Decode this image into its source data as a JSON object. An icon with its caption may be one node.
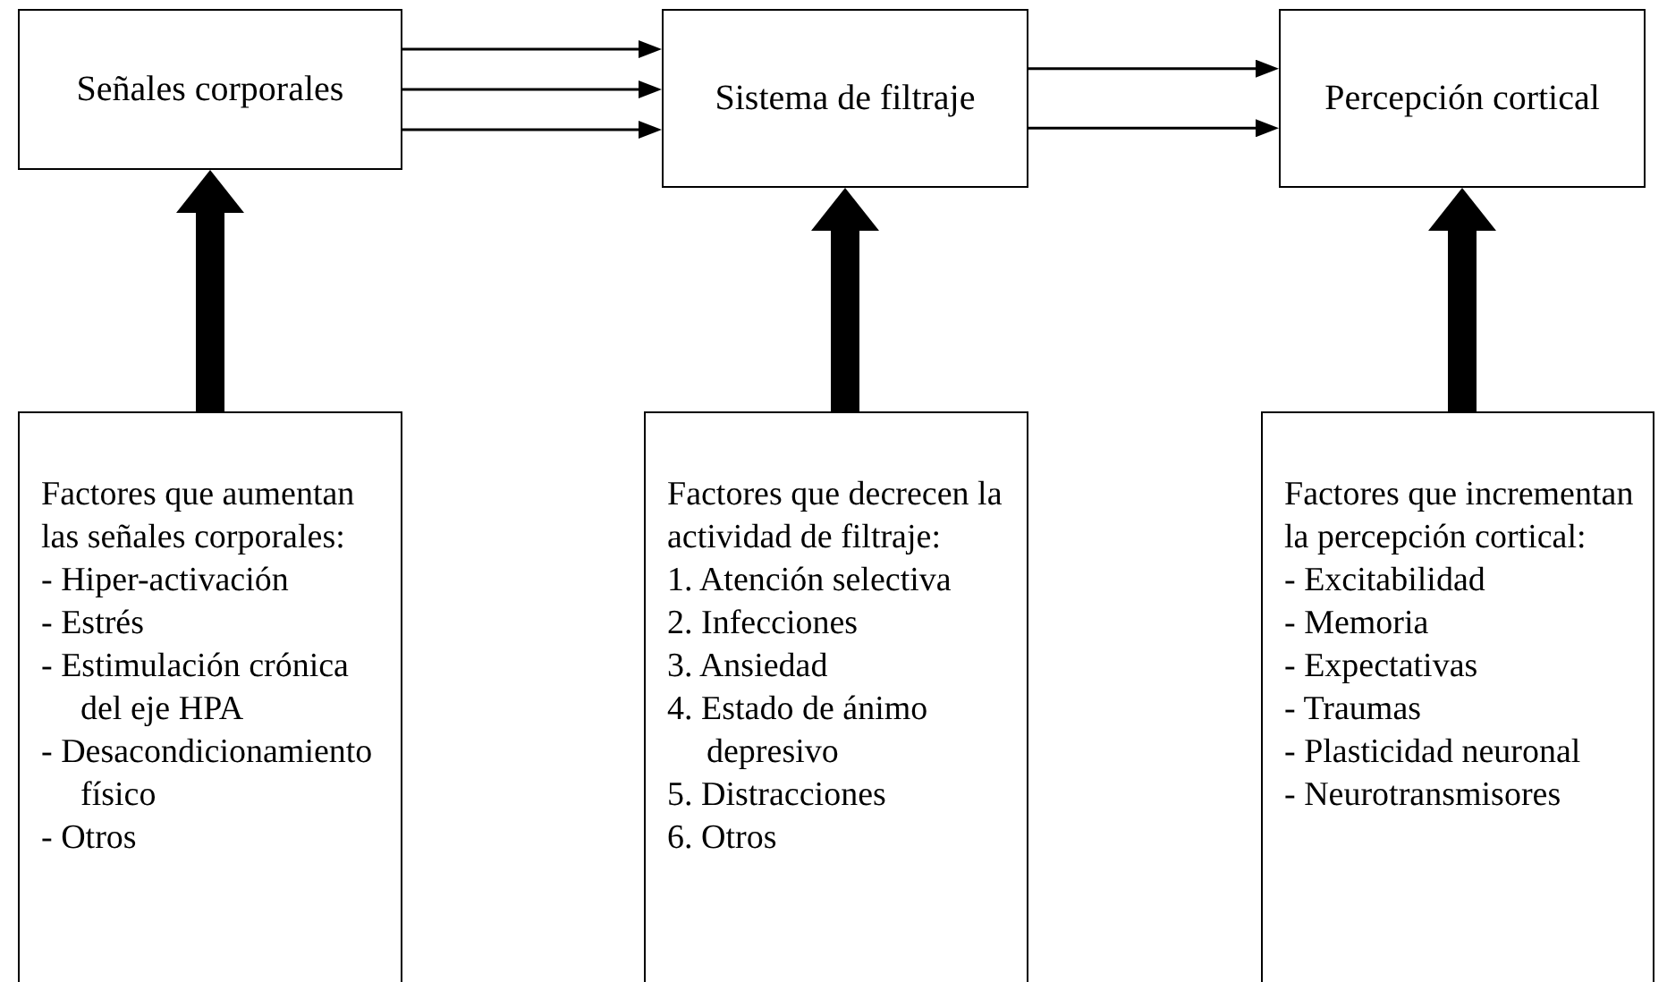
{
  "diagram": {
    "nodes": [
      {
        "text": [
          "Señales corporales"
        ]
      },
      {
        "text": [
          "Sistema de filtraje"
        ]
      },
      {
        "text": [
          "Percepción cortical"
        ]
      },
      {
        "text": [
          "Factores que aumentan las señales corporales:",
          "- Hiper-activación",
          "- Estrés",
          "- Estimulación crónica del eje HPA",
          "- Desacondicionamiento físico",
          "- Otros"
        ]
      },
      {
        "text": [
          "Factores que decrecen la actividad de filtraje:",
          "1. Atención selectiva",
          "2. Infecciones",
          "3. Ansiedad",
          "4. Estado de ánimo depresivo",
          "5. Distracciones",
          "6. Otros"
        ]
      },
      {
        "text": [
          "Factores que incrementan la percepción cortical:",
          "- Excitabilidad",
          "- Memoria",
          "- Expectativas",
          "- Traumas",
          "- Plasticidad neuronal",
          "- Neurotransmisores"
        ]
      }
    ],
    "edges": [
      {
        "from": 0,
        "to": 1,
        "arrow": "to"
      },
      {
        "from": 0,
        "to": 1,
        "arrow": "to"
      },
      {
        "from": 0,
        "to": 1,
        "arrow": "to"
      },
      {
        "from": 1,
        "to": 2,
        "arrow": "to"
      },
      {
        "from": 1,
        "to": 2,
        "arrow": "to"
      },
      {
        "from": 3,
        "to": 0,
        "arrow": "to",
        "style": "thick"
      },
      {
        "from": 4,
        "to": 1,
        "arrow": "to",
        "style": "thick"
      },
      {
        "from": 5,
        "to": 2,
        "arrow": "to",
        "style": "thick"
      }
    ]
  }
}
